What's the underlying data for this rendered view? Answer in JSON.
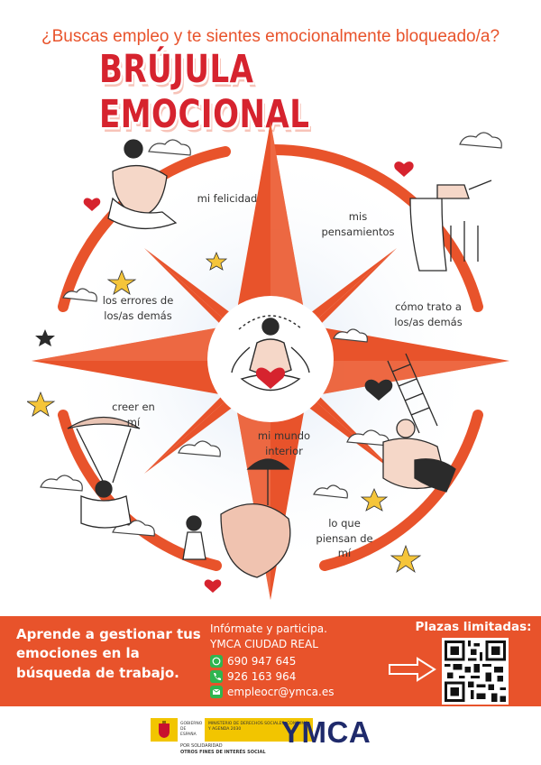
{
  "header": {
    "question": "¿Buscas empleo y te sientes emocionalmente bloqueado/a?",
    "title": "BRÚJULA EMOCIONAL"
  },
  "compass": {
    "labels": {
      "felicidad": "mi felicidad",
      "pensamientos": "mis pensamientos",
      "errores": "los errores de los/as demás",
      "trato": "cómo trato a los/as demás",
      "creer": "creer en mí",
      "interior": "mi mundo interior",
      "piensan": "lo que piensan de mí"
    }
  },
  "footer": {
    "tagline": "Aprende a gestionar tus emociones en la búsqueda de trabajo.",
    "intro": "Infórmate y participa.",
    "org": "YMCA CIUDAD REAL",
    "whatsapp": "690 947 645",
    "phone": "926 163 964",
    "email": "empleocr@ymca.es",
    "plazas": "Plazas limitadas:"
  },
  "logos": {
    "gov_name": "GOBIERNO DE ESPAÑA",
    "ministry": "MINISTERIO DE DERECHOS SOCIALES, CONSUMO Y AGENDA 2030",
    "xsolidaria_1": "POR SOLIDARIDAD",
    "xsolidaria_2": "OTROS FINES DE INTERÉS SOCIAL",
    "ymca": "YMCA"
  },
  "colors": {
    "accent": "#e8532b",
    "title_red": "#d6232e",
    "navy": "#1f2a6b",
    "gov_yellow": "#f2c500"
  }
}
